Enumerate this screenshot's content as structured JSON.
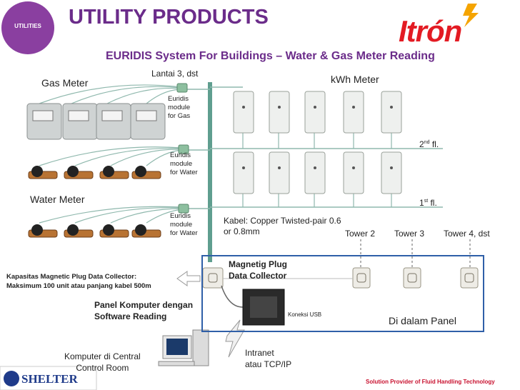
{
  "header": {
    "badge_label": "UTILITIES",
    "title": "UTILITY PRODUCTS",
    "subtitle": "EURIDIS System For Buildings – Water & Gas Meter Reading",
    "brand_logo": "Itrón"
  },
  "labels": {
    "lantai": "Lantai 3, dst",
    "gas_meter": "Gas Meter",
    "kwh_meter": "kWh Meter",
    "water_meter": "Water Meter",
    "floor2_num": "2",
    "floor2_sup": "nd",
    "floor2_suffix": " fl.",
    "floor1_num": "1",
    "floor1_sup": "st",
    "floor1_suffix": " fl.",
    "cable_line1": "Kabel: Copper Twisted-pair 0.6",
    "cable_line2": "or 0.8mm",
    "tower2": "Tower 2",
    "tower3": "Tower 3",
    "tower4": "Tower 4, dst",
    "plug_line1": "Magnetig Plug",
    "plug_line2": "Data Collector",
    "capacity_line1": "Kapasitas Magnetic Plug Data Collector:",
    "capacity_line2": "Maksimum 100 unit atau panjang kabel 500m",
    "panel_pc_line1": "Panel Komputer dengan",
    "panel_pc_line2": "Software Reading",
    "usb": "Koneksi USB",
    "inside_panel": "Di dalam Panel",
    "central_line1": "Komputer di Central",
    "central_line2": "Control Room",
    "intranet_line1": "Intranet",
    "intranet_line2": "atau TCP/IP"
  },
  "modules": [
    {
      "line1": "Euridis",
      "line2": "module",
      "line3": "for Gas"
    },
    {
      "line1": "Euridis",
      "line2": "module",
      "line3": "for Water"
    },
    {
      "line1": "Euridis",
      "line2": "module",
      "line3": "for Water"
    }
  ],
  "footer": {
    "tagline": "Solution Provider of Fluid Handling Technology",
    "partner_logo": "SHELTER"
  },
  "colors": {
    "accent_purple": "#6b2c8a",
    "itron_red": "#e31b23",
    "bus_green": "#5f9e8f",
    "panel_blue": "#2f5fa8",
    "footer_red": "#c8102e"
  }
}
